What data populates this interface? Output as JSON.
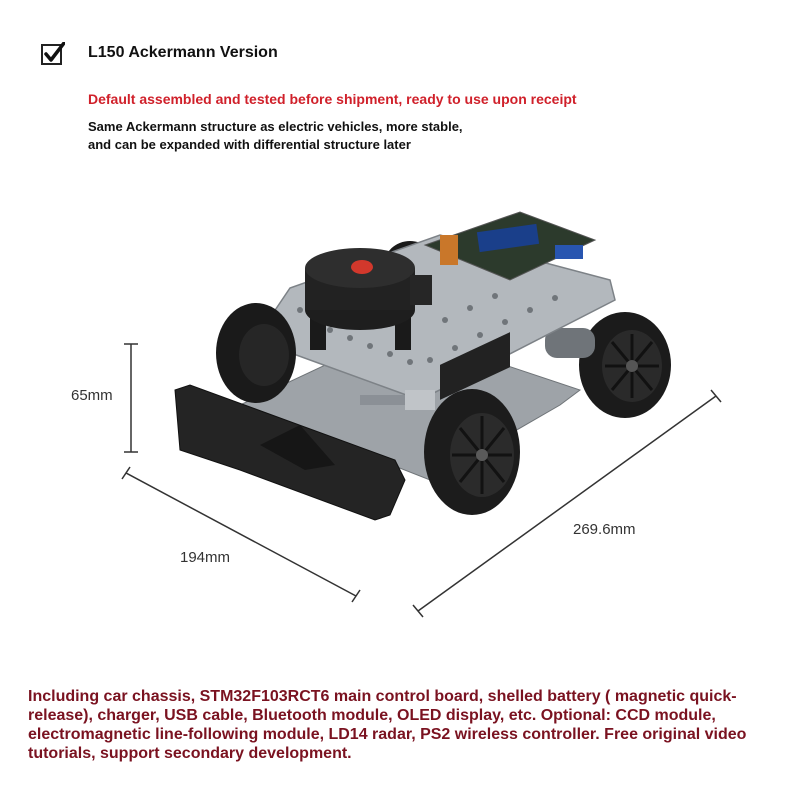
{
  "header": {
    "title": "L150 Ackermann Version",
    "note": "Default assembled and tested before shipment, ready to use upon receipt",
    "description": "Same Ackermann structure as electric vehicles, more stable, and can be expanded with differential structure later"
  },
  "dimensions": {
    "height": "65mm",
    "width": "194mm",
    "length": "269.6mm"
  },
  "footer": {
    "text": "Including car chassis, STM32F103RCT6 main control board, shelled battery ( magnetic quick-release), charger, USB cable, Bluetooth module, OLED display, etc. Optional: CCD module, electromagnetic line-following module, LD14 radar, PS2 wireless controller. Free original video tutorials, support secondary development."
  },
  "colors": {
    "accent_red": "#d0202a",
    "footer_text": "#7a1220"
  },
  "icons": {
    "checkbox": "checked-box-icon"
  }
}
